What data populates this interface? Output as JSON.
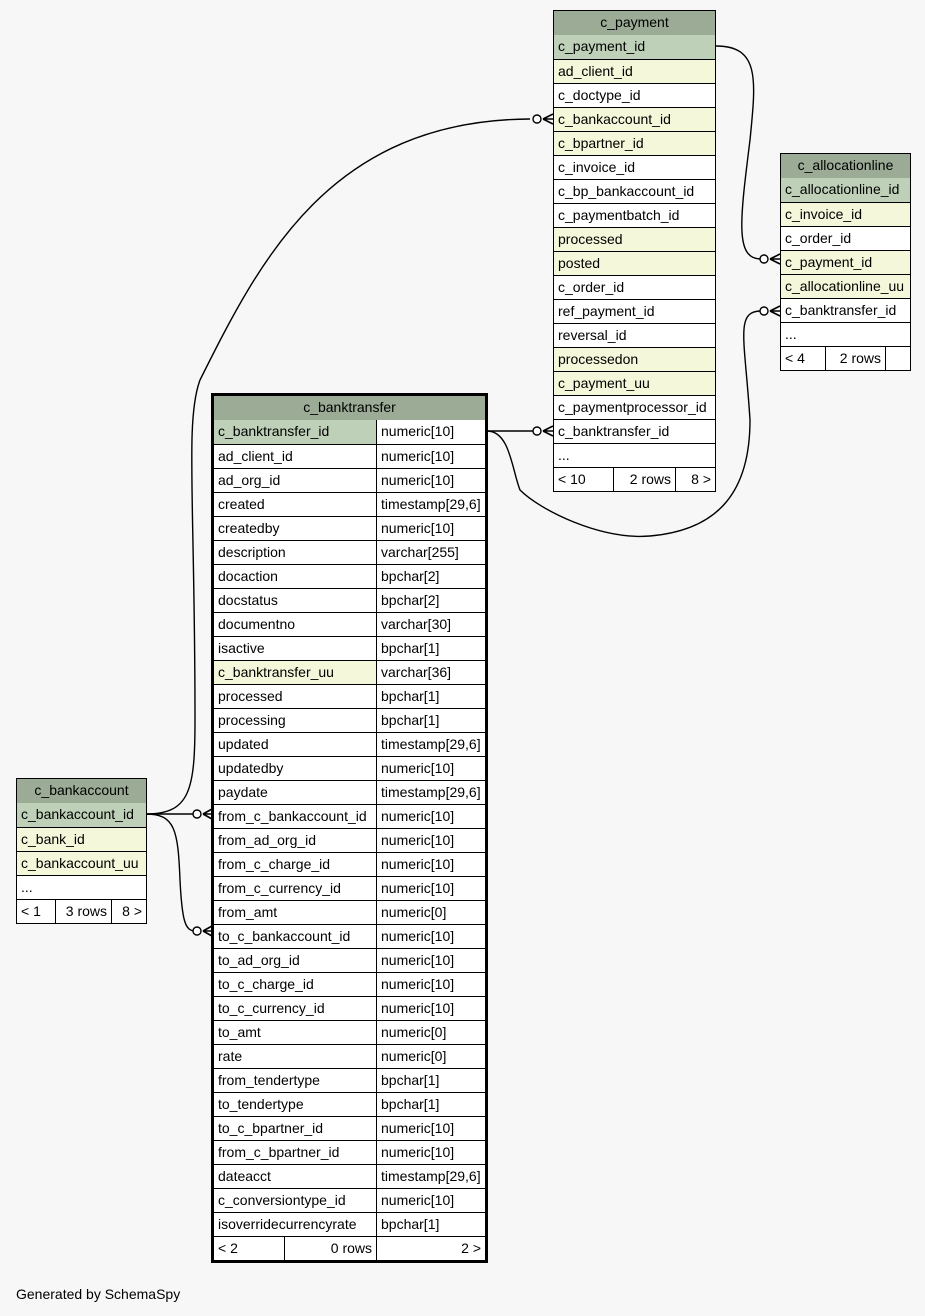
{
  "tables": {
    "c_payment": {
      "name": "c_payment",
      "columns": [
        {
          "name": "c_payment_id",
          "kind": "pk"
        },
        {
          "name": "ad_client_id",
          "kind": "fk"
        },
        {
          "name": "c_doctype_id",
          "kind": "plain"
        },
        {
          "name": "c_bankaccount_id",
          "kind": "fk"
        },
        {
          "name": "c_bpartner_id",
          "kind": "fk"
        },
        {
          "name": "c_invoice_id",
          "kind": "plain"
        },
        {
          "name": "c_bp_bankaccount_id",
          "kind": "plain"
        },
        {
          "name": "c_paymentbatch_id",
          "kind": "plain"
        },
        {
          "name": "processed",
          "kind": "fk"
        },
        {
          "name": "posted",
          "kind": "fk"
        },
        {
          "name": "c_order_id",
          "kind": "plain"
        },
        {
          "name": "ref_payment_id",
          "kind": "plain"
        },
        {
          "name": "reversal_id",
          "kind": "plain"
        },
        {
          "name": "processedon",
          "kind": "fk"
        },
        {
          "name": "c_payment_uu",
          "kind": "fk"
        },
        {
          "name": "c_paymentprocessor_id",
          "kind": "plain"
        },
        {
          "name": "c_banktransfer_id",
          "kind": "plain"
        },
        {
          "name": "...",
          "kind": "plain"
        }
      ],
      "footer": [
        "< 10",
        "2 rows",
        "8 >"
      ]
    },
    "c_allocationline": {
      "name": "c_allocationline",
      "columns": [
        {
          "name": "c_allocationline_id",
          "kind": "pk"
        },
        {
          "name": "c_invoice_id",
          "kind": "fk"
        },
        {
          "name": "c_order_id",
          "kind": "plain"
        },
        {
          "name": "c_payment_id",
          "kind": "fk"
        },
        {
          "name": "c_allocationline_uu",
          "kind": "fk"
        },
        {
          "name": "c_banktransfer_id",
          "kind": "plain"
        },
        {
          "name": "...",
          "kind": "plain"
        }
      ],
      "footer": [
        "< 4",
        "2 rows",
        ""
      ]
    },
    "c_banktransfer": {
      "name": "c_banktransfer",
      "columns": [
        {
          "name": "c_banktransfer_id",
          "type": "numeric[10]",
          "kind": "pk"
        },
        {
          "name": "ad_client_id",
          "type": "numeric[10]",
          "kind": "plain"
        },
        {
          "name": "ad_org_id",
          "type": "numeric[10]",
          "kind": "plain"
        },
        {
          "name": "created",
          "type": "timestamp[29,6]",
          "kind": "plain"
        },
        {
          "name": "createdby",
          "type": "numeric[10]",
          "kind": "plain"
        },
        {
          "name": "description",
          "type": "varchar[255]",
          "kind": "plain"
        },
        {
          "name": "docaction",
          "type": "bpchar[2]",
          "kind": "plain"
        },
        {
          "name": "docstatus",
          "type": "bpchar[2]",
          "kind": "plain"
        },
        {
          "name": "documentno",
          "type": "varchar[30]",
          "kind": "plain"
        },
        {
          "name": "isactive",
          "type": "bpchar[1]",
          "kind": "plain"
        },
        {
          "name": "c_banktransfer_uu",
          "type": "varchar[36]",
          "kind": "fk"
        },
        {
          "name": "processed",
          "type": "bpchar[1]",
          "kind": "plain"
        },
        {
          "name": "processing",
          "type": "bpchar[1]",
          "kind": "plain"
        },
        {
          "name": "updated",
          "type": "timestamp[29,6]",
          "kind": "plain"
        },
        {
          "name": "updatedby",
          "type": "numeric[10]",
          "kind": "plain"
        },
        {
          "name": "paydate",
          "type": "timestamp[29,6]",
          "kind": "plain"
        },
        {
          "name": "from_c_bankaccount_id",
          "type": "numeric[10]",
          "kind": "plain"
        },
        {
          "name": "from_ad_org_id",
          "type": "numeric[10]",
          "kind": "plain"
        },
        {
          "name": "from_c_charge_id",
          "type": "numeric[10]",
          "kind": "plain"
        },
        {
          "name": "from_c_currency_id",
          "type": "numeric[10]",
          "kind": "plain"
        },
        {
          "name": "from_amt",
          "type": "numeric[0]",
          "kind": "plain"
        },
        {
          "name": "to_c_bankaccount_id",
          "type": "numeric[10]",
          "kind": "plain"
        },
        {
          "name": "to_ad_org_id",
          "type": "numeric[10]",
          "kind": "plain"
        },
        {
          "name": "to_c_charge_id",
          "type": "numeric[10]",
          "kind": "plain"
        },
        {
          "name": "to_c_currency_id",
          "type": "numeric[10]",
          "kind": "plain"
        },
        {
          "name": "to_amt",
          "type": "numeric[0]",
          "kind": "plain"
        },
        {
          "name": "rate",
          "type": "numeric[0]",
          "kind": "plain"
        },
        {
          "name": "from_tendertype",
          "type": "bpchar[1]",
          "kind": "plain"
        },
        {
          "name": "to_tendertype",
          "type": "bpchar[1]",
          "kind": "plain"
        },
        {
          "name": "to_c_bpartner_id",
          "type": "numeric[10]",
          "kind": "plain"
        },
        {
          "name": "from_c_bpartner_id",
          "type": "numeric[10]",
          "kind": "plain"
        },
        {
          "name": "dateacct",
          "type": "timestamp[29,6]",
          "kind": "plain"
        },
        {
          "name": "c_conversiontype_id",
          "type": "numeric[10]",
          "kind": "plain"
        },
        {
          "name": "isoverridecurrencyrate",
          "type": "bpchar[1]",
          "kind": "plain"
        }
      ],
      "footer": [
        "< 2",
        "0 rows",
        "2 >"
      ]
    },
    "c_bankaccount": {
      "name": "c_bankaccount",
      "columns": [
        {
          "name": "c_bankaccount_id",
          "kind": "pk"
        },
        {
          "name": "c_bank_id",
          "kind": "fk"
        },
        {
          "name": "c_bankaccount_uu",
          "kind": "fk"
        },
        {
          "name": "...",
          "kind": "plain"
        }
      ],
      "footer": [
        "< 1",
        "3 rows",
        "8 >"
      ]
    }
  },
  "colors": {
    "header": "#9bab96",
    "pk": "#bed1b8",
    "fk": "#f4f7da",
    "background": "#f7f7f7"
  },
  "footer_note": "Generated by SchemaSpy"
}
